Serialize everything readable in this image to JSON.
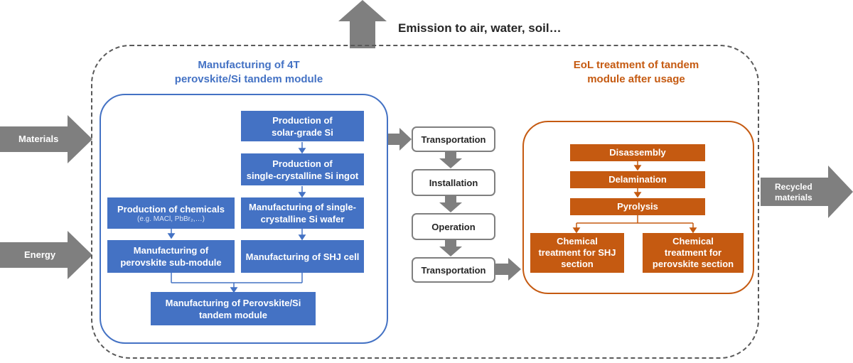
{
  "emission_label": "Emission to air, water, soil…",
  "manufacturing": {
    "title": "Manufacturing of 4T\nperovskite/Si tandem module",
    "color": "#4472c4",
    "steps": {
      "solar_si": "Production of\nsolar-grade Si",
      "si_ingot": "Production of\nsingle-crystalline Si ingot",
      "si_wafer": "Manufacturing of single-\ncrystalline Si wafer",
      "shj_cell": "Manufacturing of SHJ cell",
      "chemicals": "Production of chemicals",
      "chemicals_note": "(e.g. MACl, PbBr₂,…)",
      "perovskite_submodule": "Manufacturing of\nperovskite sub-module",
      "tandem_module": "Manufacturing of Perovskite/Si\ntandem module"
    }
  },
  "lifecycle": {
    "transportation_1": "Transportation",
    "installation": "Installation",
    "operation": "Operation",
    "transportation_2": "Transportation"
  },
  "eol": {
    "title": "EoL treatment of tandem\nmodule after usage",
    "color": "#c55a11",
    "steps": {
      "disassembly": "Disassembly",
      "delamination": "Delamination",
      "pyrolysis": "Pyrolysis",
      "chem_shj": "Chemical\ntreatment for SHJ\nsection",
      "chem_perovskite": "Chemical\ntreatment for\nperovskite section"
    }
  },
  "inputs": {
    "materials": "Materials",
    "energy": "Energy"
  },
  "outputs": {
    "recycled": "Recycled\nmaterials"
  },
  "colors": {
    "arrow_grey": "#7f7f7f",
    "dashed_border": "#595959"
  }
}
